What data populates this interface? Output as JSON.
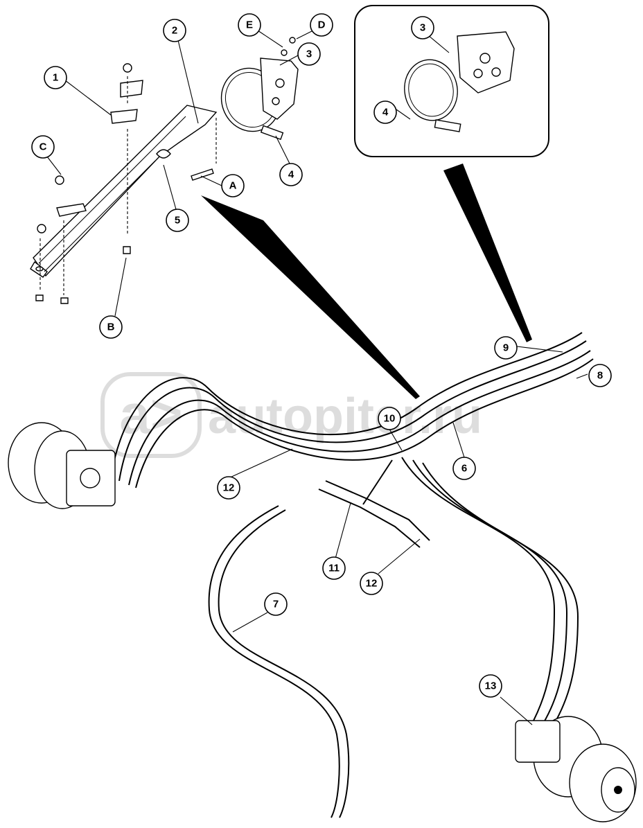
{
  "watermark": {
    "text": "autopiter.ru",
    "mark": "a>"
  },
  "callouts": [
    {
      "id": "c-1",
      "label": "1"
    },
    {
      "id": "c-2",
      "label": "2"
    },
    {
      "id": "c-3",
      "label": "3"
    },
    {
      "id": "c-4",
      "label": "4"
    },
    {
      "id": "c-5",
      "label": "5"
    },
    {
      "id": "c-A",
      "label": "A"
    },
    {
      "id": "c-B",
      "label": "B"
    },
    {
      "id": "c-C",
      "label": "C"
    },
    {
      "id": "c-D",
      "label": "D"
    },
    {
      "id": "c-E",
      "label": "E"
    },
    {
      "id": "c-3b",
      "label": "3"
    },
    {
      "id": "c-4b",
      "label": "4"
    },
    {
      "id": "c-6",
      "label": "6"
    },
    {
      "id": "c-7",
      "label": "7"
    },
    {
      "id": "c-8",
      "label": "8"
    },
    {
      "id": "c-9",
      "label": "9"
    },
    {
      "id": "c-10",
      "label": "10"
    },
    {
      "id": "c-11",
      "label": "11"
    },
    {
      "id": "c-12a",
      "label": "12"
    },
    {
      "id": "c-12b",
      "label": "12"
    },
    {
      "id": "c-13",
      "label": "13"
    }
  ]
}
